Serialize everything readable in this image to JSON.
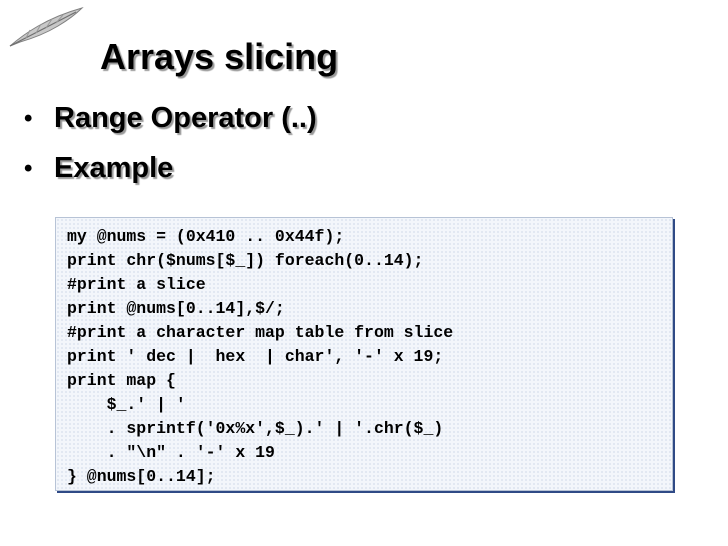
{
  "slide": {
    "title": "Arrays slicing",
    "bullets": [
      {
        "text": "Range Operator (..)"
      },
      {
        "text": "Example"
      }
    ],
    "code_lines": [
      "my @nums = (0x410 .. 0x44f);",
      "print chr($nums[$_]) foreach(0..14);",
      "#print a slice",
      "print @nums[0..14],$/;",
      "#print a character map table from slice",
      "print ' dec |  hex  | char', '-' x 19;",
      "print map {",
      "    $_.' | '",
      "    . sprintf('0x%x',$_).' | '.chr($_)",
      "    . \"\\n\" . '-' x 19",
      "} @nums[0..14];"
    ]
  },
  "icons": {
    "logo": "quill-feather-icon",
    "bullet": "bullet-dot-icon"
  },
  "colors": {
    "code_border": "#b7c3d6",
    "code_shadow": "#2f4a86",
    "code_background": "#f3f6fb"
  }
}
